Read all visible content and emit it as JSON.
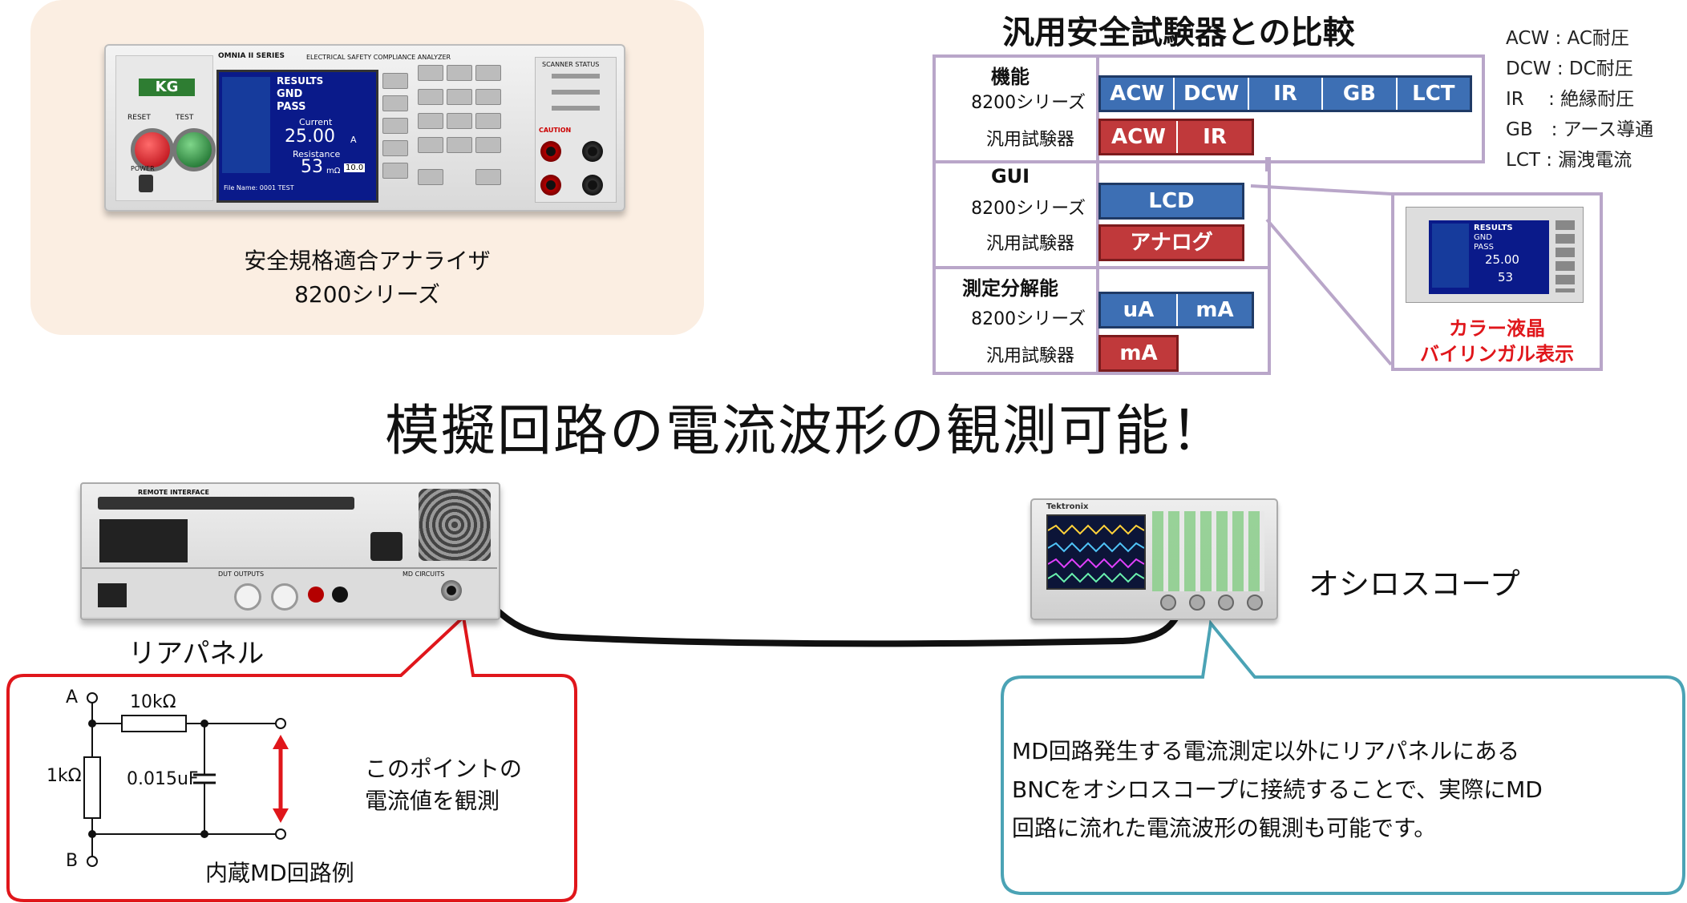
{
  "product": {
    "caption_line1": "安全規格適合アナライザ",
    "caption_line2": "8200シリーズ",
    "brand_badge": "KG",
    "model_mark": "OMNIA II SERIES",
    "front_header": "ELECTRICAL SAFETY COMPLIANCE ANALYZER",
    "lcd_results": "RESULTS",
    "lcd_gnd": "GND",
    "lcd_pass": "PASS",
    "lcd_current_label": "Current",
    "lcd_current_value": "25.00",
    "lcd_current_unit": "A",
    "lcd_resistance_label": "Resistance",
    "lcd_resistance_value": "53",
    "lcd_resistance_unit": "mΩ",
    "lcd_time_value": "10.0",
    "lcd_file": "File Name: 0001 TEST",
    "reset_label": "RESET",
    "test_label": "TEST",
    "power_label": "POWER",
    "scanner_label": "SCANNER STATUS",
    "caution_label": "CAUTION"
  },
  "comparison": {
    "title": "汎用安全試験器との比較",
    "legend": [
      "ACW : AC耐圧",
      "DCW : DC耐圧",
      "IR　 : 絶縁耐圧",
      "GB　: アース導通",
      "LCT : 漏洩電流"
    ],
    "rows": [
      {
        "head": "機能",
        "series_label": "8200シリーズ",
        "generic_label": "汎用試験器",
        "series_chips": [
          "ACW",
          "DCW",
          "IR",
          "GB",
          "LCT"
        ],
        "generic_chips": [
          "ACW",
          "IR"
        ]
      },
      {
        "head": "GUI",
        "series_label": "8200シリーズ",
        "generic_label": "汎用試験器",
        "series_chips": [
          "LCD"
        ],
        "generic_chips": [
          "アナログ"
        ]
      },
      {
        "head": "測定分解能",
        "series_label": "8200シリーズ",
        "generic_label": "汎用試験器",
        "series_chips": [
          "uA",
          "mA"
        ],
        "generic_chips": [
          "mA"
        ]
      }
    ],
    "zoom_caption_line1": "カラー液晶",
    "zoom_caption_line2": "バイリンガル表示"
  },
  "heading": "模擬回路の電流波形の観測可能！",
  "rear_panel": {
    "caption": "リアパネル",
    "remote_interface_label": "REMOTE INTERFACE",
    "md_circuits_label": "MD CIRCUITS",
    "dut_outputs_label": "DUT OUTPUTS"
  },
  "scope": {
    "label": "オシロスコープ",
    "brand": "Tektronix"
  },
  "circuit_callout": {
    "node_a": "A",
    "node_b": "B",
    "r_series": "10kΩ",
    "r_shunt": "1kΩ",
    "cap": "0.015uF",
    "point_text_line1": "このポイントの",
    "point_text_line2": "電流値を観測",
    "caption": "内蔵MD回路例"
  },
  "scope_callout": {
    "line1": "MD回路発生する電流測定以外にリアパネルにある",
    "line2": "BNCをオシロスコープに接続することで、実際にMD",
    "line3": "回路に流れた電流波形の観測も可能です。"
  },
  "colors": {
    "chip_blue": "#3d6fb4",
    "chip_red": "#c0393b",
    "callout_red": "#e0161b",
    "callout_teal": "#4ba3b5",
    "table_border": "#b9a6c9",
    "product_card_bg": "#fbeee2"
  }
}
